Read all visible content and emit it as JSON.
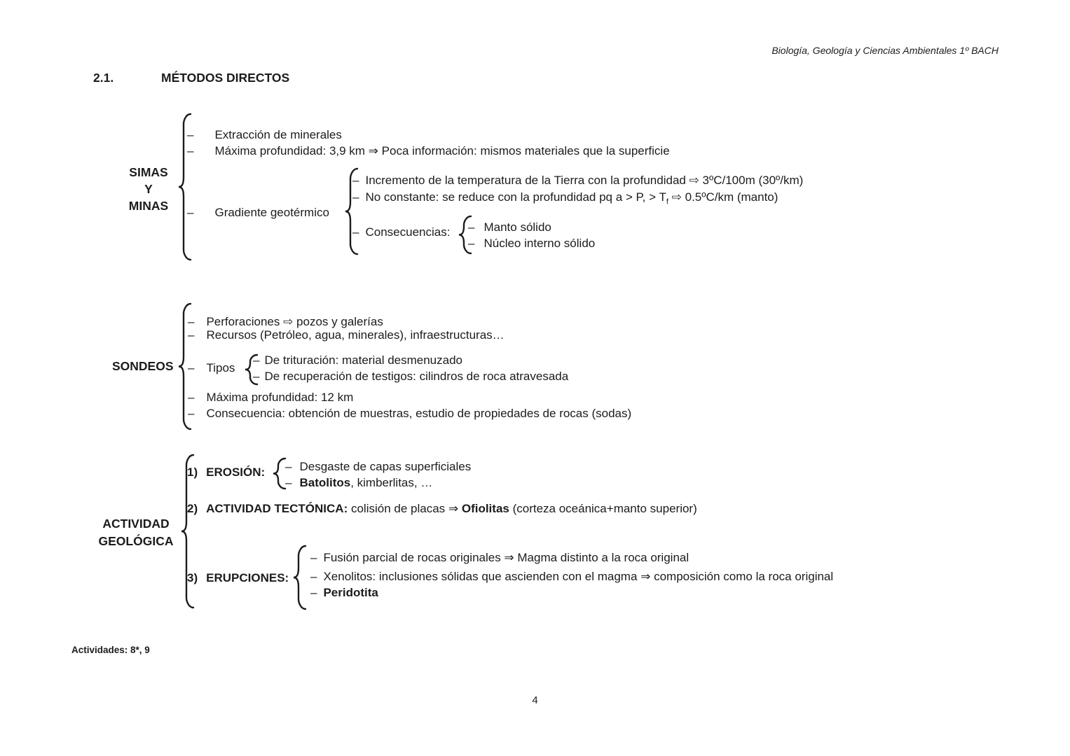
{
  "header": {
    "course_title": "Biología, Geología y Ciencias Ambientales 1º BACH"
  },
  "heading": {
    "number": "2.1.",
    "title": "MÉTODOS DIRECTOS"
  },
  "marker": {
    "dash": "–"
  },
  "simas": {
    "label": [
      "SIMAS",
      "Y",
      "MINAS"
    ],
    "item1": "Extracción de minerales",
    "item2": "Máxima profundidad: 3,9 km ⇒ Poca información: mismos materiales que la superficie",
    "gradiente_label": "Gradiente geotérmico",
    "grad1": "Incremento de la temperatura de la Tierra con la profundidad ⇨ 3ºC/100m (30º/km)",
    "grad2_pre": "No constante: se reduce con la profundidad pq a > P, > T",
    "grad2_sub": "f",
    "grad2_post": " ⇨ 0.5ºC/km (manto)",
    "consecuencias_label": "Consecuencias:",
    "cons1": "Manto sólido",
    "cons2": "Núcleo interno sólido"
  },
  "sondeos": {
    "label": "SONDEOS",
    "item1": "Perforaciones ⇨ pozos y galerías",
    "item2": "Recursos (Petróleo, agua, minerales), infraestructuras…",
    "tipos_label": "Tipos",
    "tipo1": "De trituración: material desmenuzado",
    "tipo2": "De recuperación de testigos: cilindros de roca atravesada",
    "item4": "Máxima profundidad: 12 km",
    "item5": "Consecuencia: obtención de muestras, estudio de propiedades de rocas (sodas)"
  },
  "actividad": {
    "label": [
      "ACTIVIDAD",
      "GEOLÓGICA"
    ],
    "item1_num": "1)",
    "item1_label": "EROSIÓN:",
    "erosion1": "Desgaste de capas superficiales",
    "erosion2_bold": "Batolitos",
    "erosion2_rest": ", kimberlitas, …",
    "item2_num": "2)",
    "item2_bold1": "ACTIVIDAD TECTÓNICA:",
    "item2_normal1": " colisión de placas ⇒ ",
    "item2_bold2": "Ofiolitas",
    "item2_normal2": " (corteza oceánica+manto superior)",
    "item3_num": "3)",
    "item3_label": "ERUPCIONES:",
    "erup1": "Fusión parcial de rocas originales ⇒ Magma distinto a la roca original",
    "erup2": "Xenolitos: inclusiones sólidas que ascienden con el magma ⇒ composición como la roca original",
    "erup3": "Peridotita"
  },
  "footer": {
    "activities": "Actividades: 8*, 9",
    "page_number": "4"
  }
}
